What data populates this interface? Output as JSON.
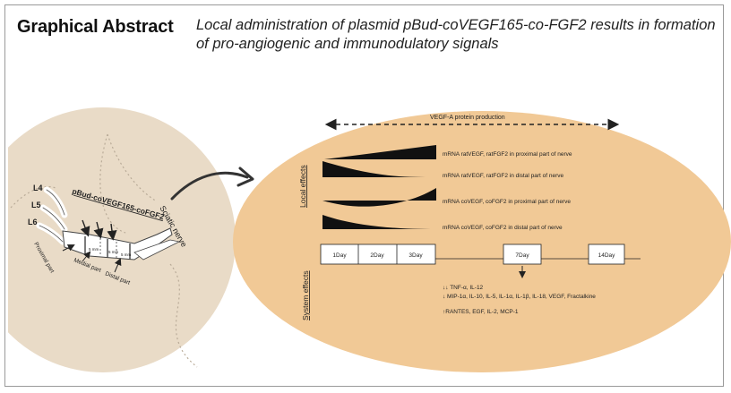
{
  "header": {
    "title": "Graphical Abstract",
    "subtitle": "Local administration of plasmid pBud-coVEGF165-co-FGF2 results in formation of pro-angiogenic and immunodulatory signals"
  },
  "left_panel": {
    "nerve_roots": [
      "L4",
      "L5",
      "L6"
    ],
    "plasmid_label": "pBud-coVEGF165-coFGF2",
    "nerve_label": "Sciatic nerve",
    "segment_marks": [
      "5 mm",
      "5 mm",
      "5 mm"
    ],
    "part_labels": [
      "Proximal part",
      "Medial part",
      "Distal part"
    ]
  },
  "right_panel": {
    "top_arrow_label": "VEGF-A protein production",
    "local_effects_label": "Local effects",
    "system_effects_label": "System effects",
    "mrna_rows": [
      "mRNA ratVEGF, ratFGF2 in proximal part of nerve",
      "mRNA ratVEGF, ratFGF2 in distal part of nerve",
      "mRNA coVEGF, coFGF2 in proximal part of nerve",
      "mRNA coVEGF, coFGF2 in distal part of nerve"
    ],
    "timeline": [
      "1Day",
      "2Day",
      "3Day",
      "7Day",
      "14Day"
    ],
    "system_lines": [
      "↓↓ TNF-α, IL-12",
      "↓ MIP-1α, IL-10, IL-5, IL-1α, IL-1β, IL-18, VEGF, Fractalkine",
      "↑RANTES, EGF, IL-2, MCP-1"
    ]
  },
  "colors": {
    "left_circle": "#e9dbc7",
    "right_ellipse": "#f1c996",
    "wedge": "#111111"
  }
}
